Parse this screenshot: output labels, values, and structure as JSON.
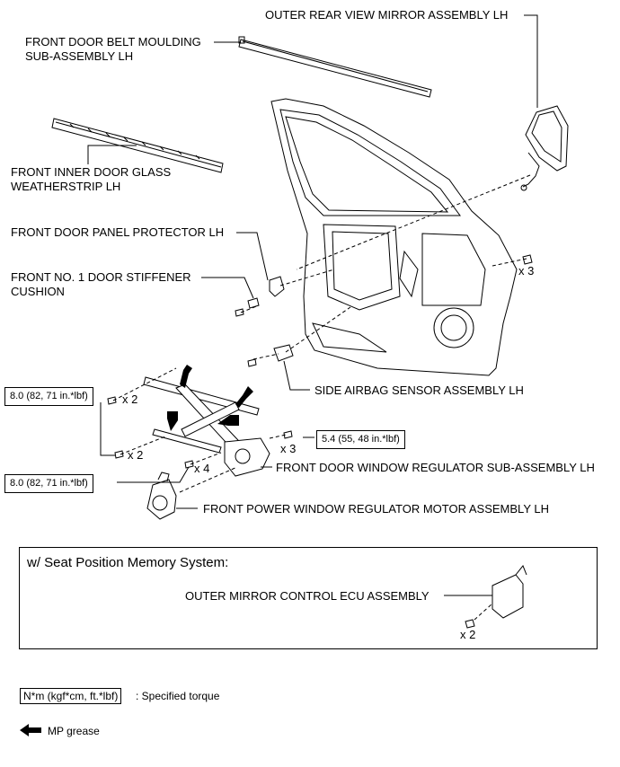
{
  "labels": {
    "mirror": "OUTER REAR VIEW MIRROR ASSEMBLY LH",
    "belt_moulding": [
      "FRONT DOOR BELT MOULDING",
      "SUB-ASSEMBLY LH"
    ],
    "weatherstrip": [
      "FRONT INNER DOOR GLASS",
      "WEATHERSTRIP LH"
    ],
    "panel_protector": "FRONT DOOR PANEL PROTECTOR LH",
    "stiffener_cushion": [
      "FRONT NO. 1 DOOR STIFFENER",
      "CUSHION"
    ],
    "airbag_sensor": "SIDE AIRBAG SENSOR ASSEMBLY LH",
    "regulator": "FRONT DOOR WINDOW REGULATOR SUB-ASSEMBLY LH",
    "regulator_motor": "FRONT POWER WINDOW REGULATOR MOTOR ASSEMBLY LH",
    "ecu": "OUTER MIRROR CONTROL ECU ASSEMBLY"
  },
  "quantities": {
    "mirror_nuts": "x 3",
    "upper_bolts": "x 2",
    "lower_bolts": "x 2",
    "motor_bolts": "x 4",
    "regulator_bolts": "x 3",
    "ecu_screws": "x 2"
  },
  "torques": {
    "upper": "8.0 (82, 71 in.*lbf)",
    "right": "5.4 (55, 48 in.*lbf)",
    "lower": "8.0 (82, 71 in.*lbf)"
  },
  "panel": {
    "title": "w/ Seat Position Memory System:"
  },
  "legend": {
    "torque_key": "N*m (kgf*cm, ft.*lbf)",
    "torque_text": ": Specified torque",
    "grease_text": "MP grease"
  }
}
